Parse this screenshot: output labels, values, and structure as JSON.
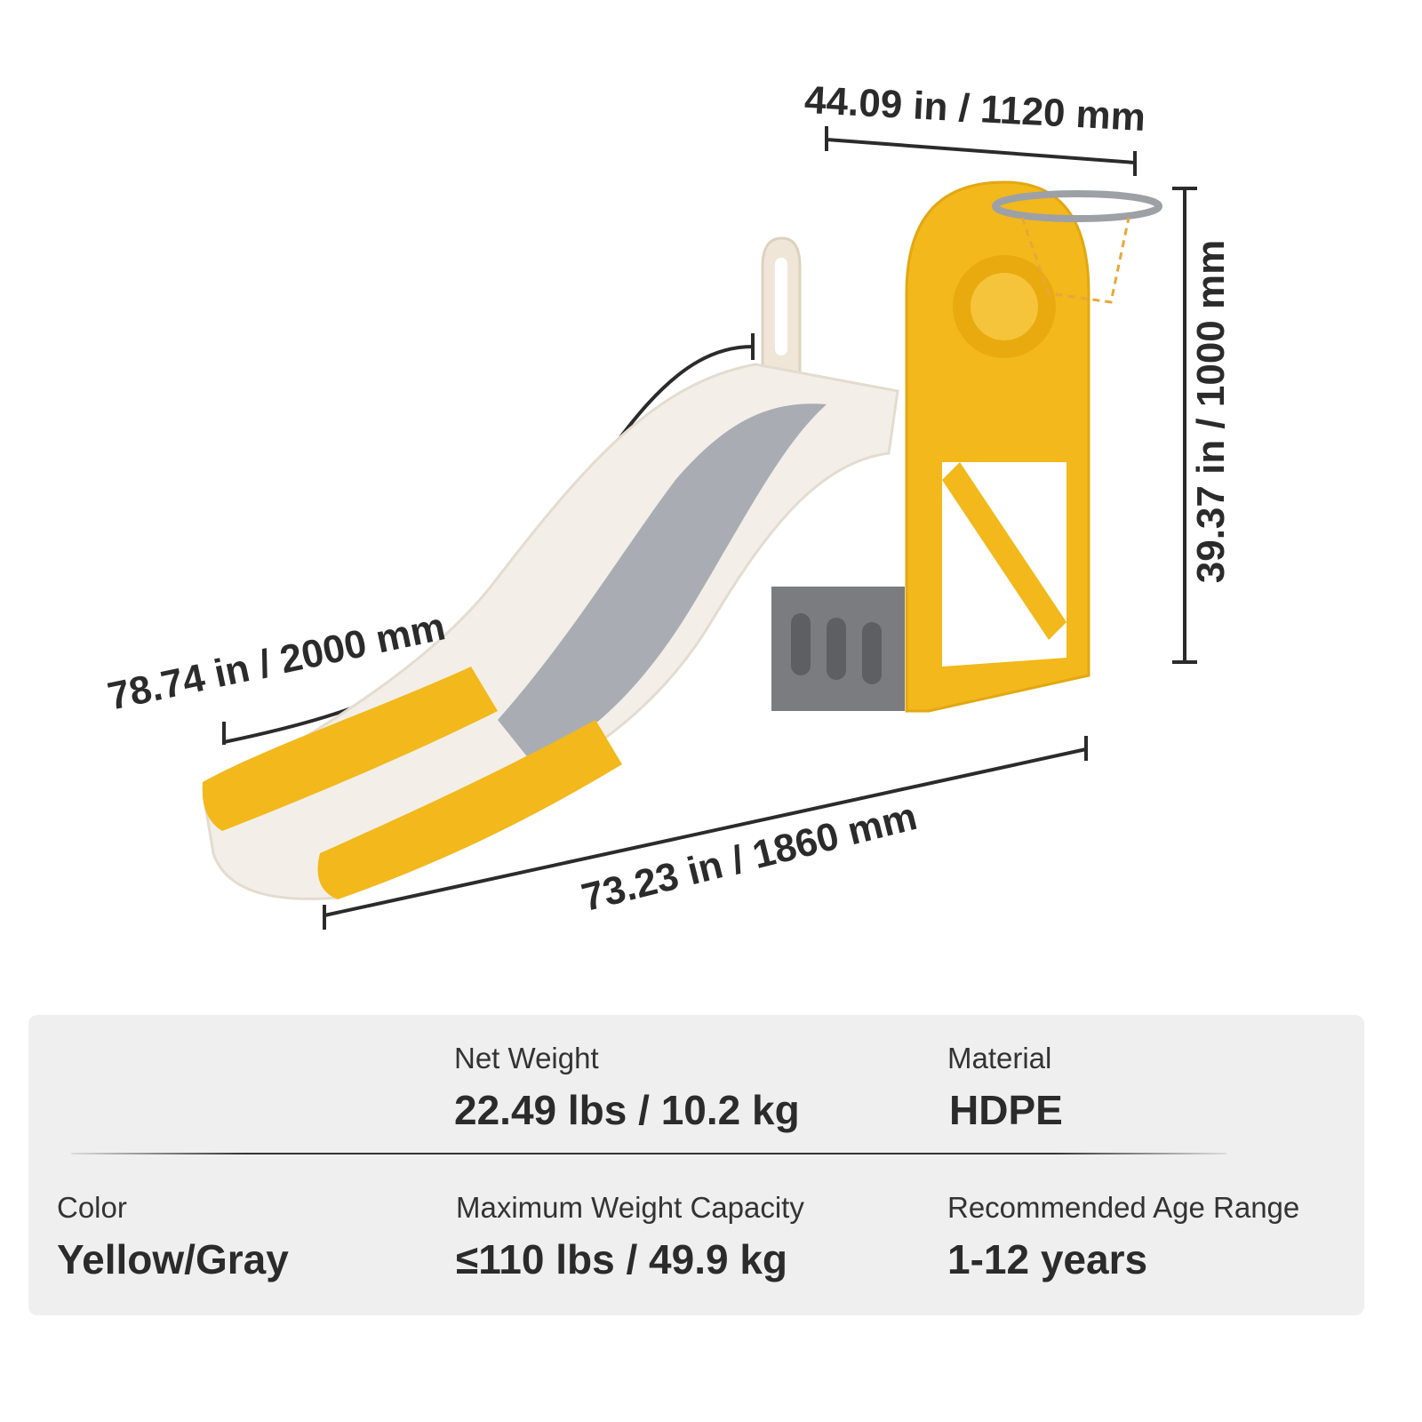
{
  "dimensions": {
    "width": "44.09 in / 1120 mm",
    "height": "39.37 in / 1000 mm",
    "slide_length": "78.74 in / 2000 mm",
    "length": "73.23 in / 1860 mm"
  },
  "colors": {
    "yellow": "#f2b81c",
    "white": "#f3efe8",
    "gray": "#a9adb3",
    "dark_gray": "#6d6f73",
    "panel": "#efefef"
  },
  "specs": [
    {
      "label": "Net Weight",
      "value": "22.49 lbs / 10.2 kg"
    },
    {
      "label": "Material",
      "value": "HDPE"
    },
    {
      "label": "Color",
      "value": "Yellow/Gray"
    },
    {
      "label": "Maximum Weight Capacity",
      "value": "≤110 lbs / 49.9 kg"
    },
    {
      "label": "Recommended Age Range",
      "value": "1-12 years"
    }
  ]
}
